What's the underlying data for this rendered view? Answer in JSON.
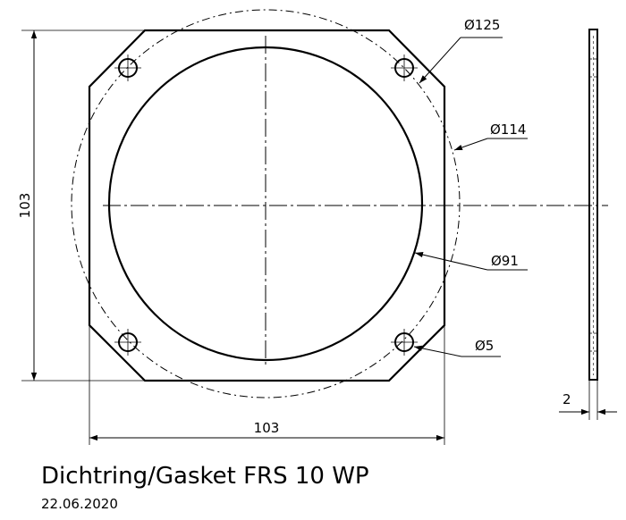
{
  "dimensions": {
    "pcd_diameter": "Ø125",
    "outer_diameter": "Ø114",
    "inner_diameter": "Ø91",
    "hole_diameter": "Ø5",
    "height": "103",
    "width": "103",
    "thickness": "2"
  },
  "title": "Dichtring/Gasket FRS 10 WP",
  "date": "22.06.2020"
}
